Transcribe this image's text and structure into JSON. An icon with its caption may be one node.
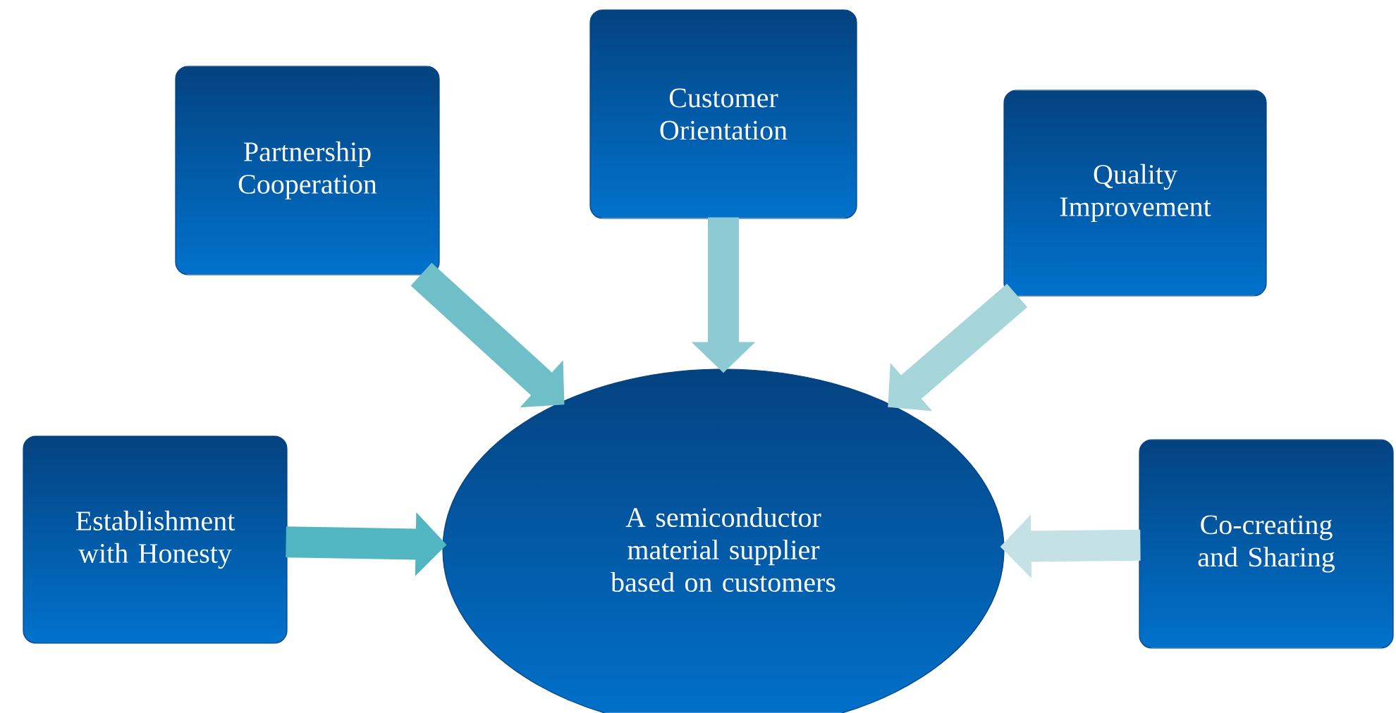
{
  "diagram": {
    "nodes": [
      {
        "text": [
          "Partnership Cooperation"
        ]
      },
      {
        "text": [
          "Customer Orientation"
        ]
      },
      {
        "text": [
          "Quality Improvement"
        ]
      },
      {
        "text": [
          "Establishment with Honesty"
        ]
      },
      {
        "text": [
          "A semiconductor material supplier based on customers"
        ]
      },
      {
        "text": [
          "Co-creating and Sharing"
        ]
      }
    ],
    "edges": [
      {
        "from": 0,
        "to": 4,
        "arrow": "to",
        "color": "#6fbfc8"
      },
      {
        "from": 1,
        "to": 4,
        "arrow": "to",
        "color": "#8ecad3"
      },
      {
        "from": 2,
        "to": 4,
        "arrow": "to",
        "color": "#a6d5da"
      },
      {
        "from": 3,
        "to": 4,
        "arrow": "to",
        "color": "#52b6c0"
      },
      {
        "from": 5,
        "to": 4,
        "arrow": "to",
        "color": "#c4e2e6"
      }
    ]
  }
}
